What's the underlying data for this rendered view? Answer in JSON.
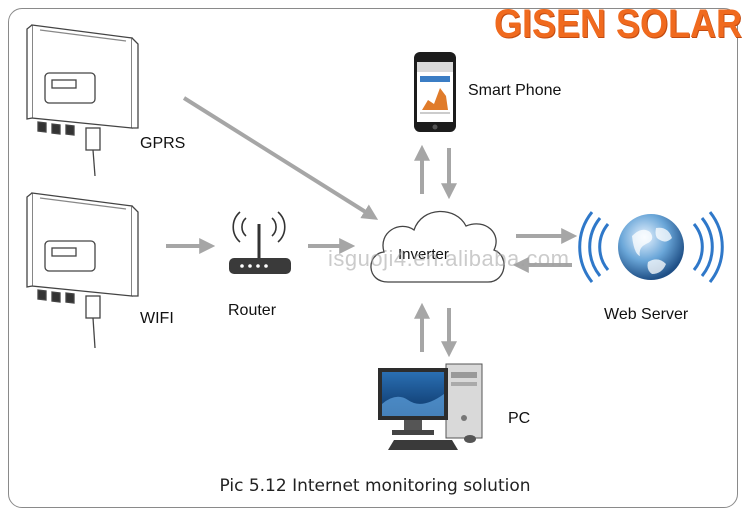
{
  "brand": "GISEN SOLAR",
  "nodes": {
    "gprs": "GPRS",
    "wifi": "WIFI",
    "router": "Router",
    "cloud": "Inverter",
    "smart_phone": "Smart Phone",
    "web_server": "Web Server",
    "pc": "PC"
  },
  "watermark": "isguoji4.en.alibaba.com",
  "caption": "Pic 5.12 Internet monitoring solution",
  "colors": {
    "brand": "#f06a1e",
    "arrow": "#a6a6a6",
    "outline": "#555555"
  }
}
